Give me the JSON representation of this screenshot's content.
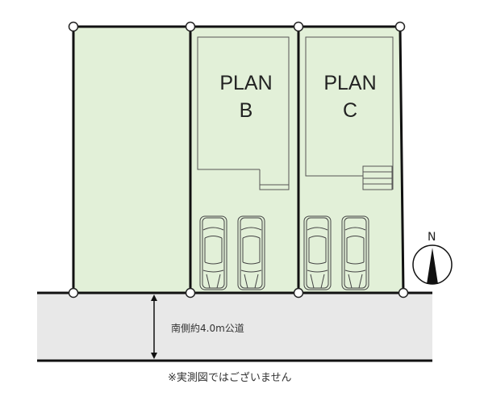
{
  "lots": [
    {
      "id": "A",
      "label": ""
    },
    {
      "id": "B",
      "label_line1": "PLAN",
      "label_line2": "B"
    },
    {
      "id": "C",
      "label_line1": "PLAN",
      "label_line2": "C"
    }
  ],
  "road_label": "南側約4.0m公道",
  "note": "※実測図ではございません",
  "compass": {
    "label": "N"
  },
  "colors": {
    "lot": "#e2f0d8",
    "road": "#e8e8e8",
    "line": "#111111"
  }
}
